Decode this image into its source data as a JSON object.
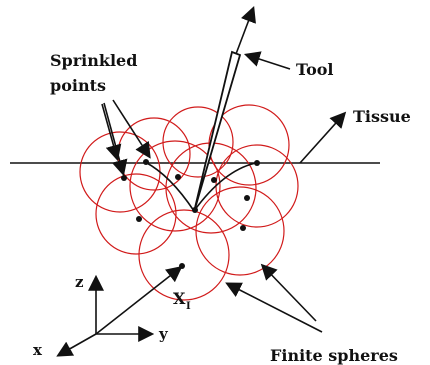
{
  "labels": {
    "sprinkled_line1": "Sprinkled",
    "sprinkled_line2": "points",
    "tool": "Tool",
    "tissue": "Tissue",
    "finite_spheres": "Finite spheres",
    "xi_main": "X",
    "xi_sub": "I",
    "axis_z": "z",
    "axis_y": "y",
    "axis_x": "x"
  },
  "colors": {
    "circle_stroke": "#d11b1b",
    "ink": "#111111"
  },
  "icons": {
    "arrow_head": "arrowhead-icon"
  }
}
